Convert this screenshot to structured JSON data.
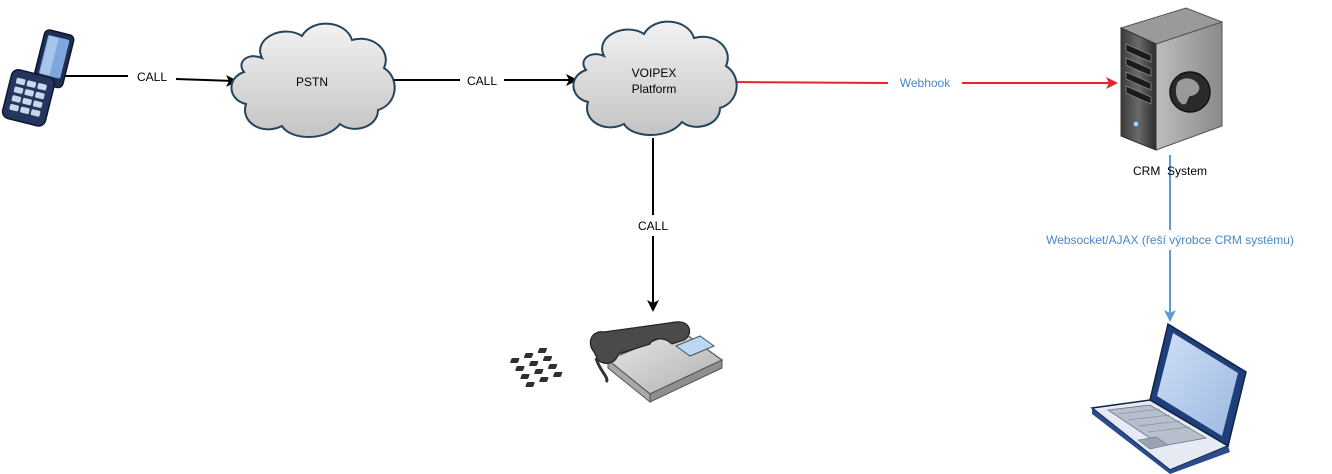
{
  "nodes": {
    "pstn": {
      "label": "PSTN"
    },
    "voipex": {
      "label_line1": "VOIPEX",
      "label_line2": "Platform"
    },
    "crm": {
      "label": "CRM  System"
    }
  },
  "edges": {
    "mobile_to_pstn": {
      "label": "CALL"
    },
    "pstn_to_voipex": {
      "label": "CALL"
    },
    "voipex_to_desk": {
      "label": "CALL"
    },
    "voipex_to_crm": {
      "label": "Webhook"
    },
    "crm_to_laptop": {
      "label": "Websocket/AJAX (řeší  výrobce CRM systému)"
    }
  },
  "icons": {
    "mobile": "mobile-phone-icon",
    "desk_phone": "desk-phone-icon",
    "server": "server-icon",
    "laptop": "laptop-icon"
  },
  "colors": {
    "call_line": "#000000",
    "webhook_line": "#e32626",
    "websocket_line": "#5b9bd5",
    "edge_label_blue": "#4a86c8",
    "cloud_fill": "#d4d4d4",
    "cloud_stroke": "#23445d"
  }
}
